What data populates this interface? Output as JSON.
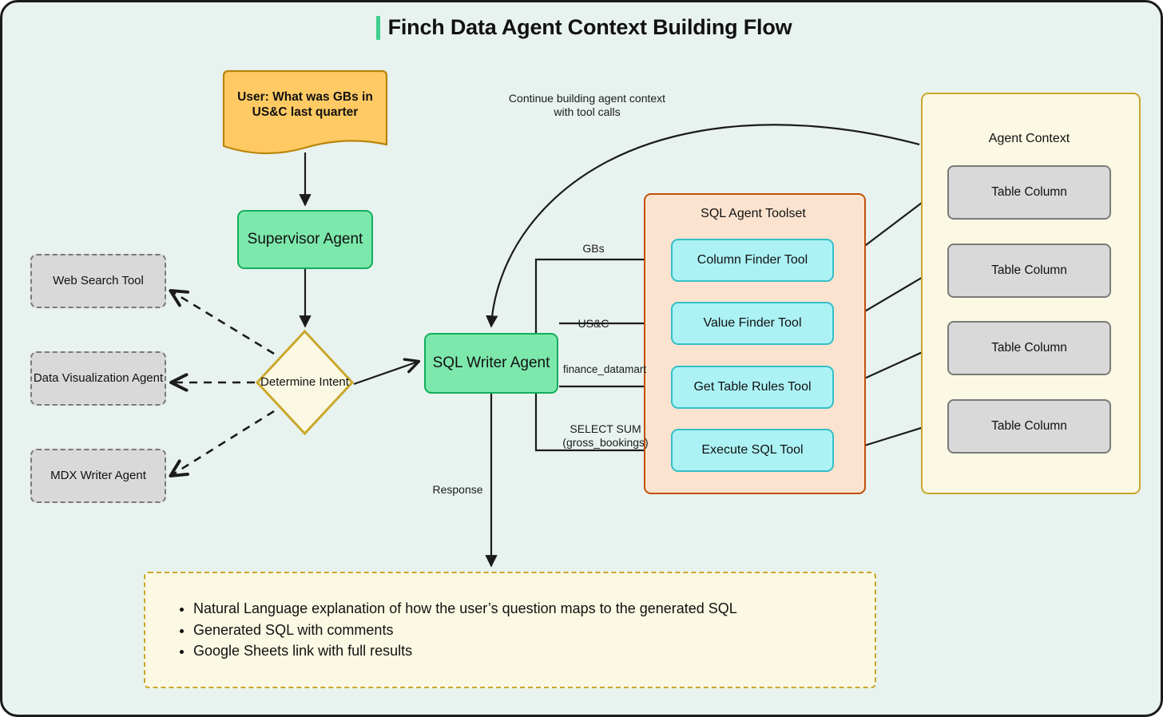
{
  "page": {
    "title": "Finch Data Agent Context Building Flow",
    "background_color": "#e8f2ef",
    "accent_color": "#3ecf8e"
  },
  "nodes": {
    "user_input": {
      "label": "User: What was GBs in US&C last quarter",
      "shape": "document",
      "fill": "#ffca63",
      "stroke": "#b8860b"
    },
    "supervisor_agent": {
      "label": "Supervisor Agent",
      "shape": "rounded-rect",
      "fill": "#7de8ac",
      "stroke": "#14ae5c"
    },
    "determine_intent": {
      "label": "Determine Intent",
      "shape": "diamond",
      "fill": "#fbf8e3",
      "stroke": "#c9a72b"
    },
    "sql_writer_agent": {
      "label": "SQL Writer Agent",
      "shape": "rounded-rect",
      "fill": "#7de8ac",
      "stroke": "#14ae5c"
    }
  },
  "side_agents": [
    {
      "id": "web-search-tool",
      "label": "Web Search Tool"
    },
    {
      "id": "data-visualization-agent",
      "label": "Data Visualization Agent"
    },
    {
      "id": "mdx-writer-agent",
      "label": "MDX Writer Agent"
    }
  ],
  "toolset": {
    "title": "SQL Agent Toolset",
    "fill": "#fce3d0",
    "stroke": "#c1500a",
    "tools": [
      {
        "id": "column-finder-tool",
        "label": "Column Finder Tool"
      },
      {
        "id": "value-finder-tool",
        "label": "Value Finder Tool"
      },
      {
        "id": "get-table-rules-tool",
        "label": "Get Table Rules Tool"
      },
      {
        "id": "execute-sql-tool",
        "label": "Execute SQL Tool"
      }
    ]
  },
  "agent_context": {
    "title": "Agent Context",
    "fill": "#fbf8e3",
    "stroke": "#c9a72b",
    "items": [
      {
        "label": "Table Column"
      },
      {
        "label": "Table Column"
      },
      {
        "label": "Table Column"
      },
      {
        "label": "Table Column"
      }
    ]
  },
  "edge_labels": {
    "continue": "Continue building agent context with tool calls",
    "gbs": "GBs",
    "usc": "US&C",
    "finance_datamart": "finance_datamart",
    "select_sum": "SELECT SUM (gross_bookings)",
    "response": "Response"
  },
  "output_panel": {
    "fill": "#fbf8e3",
    "stroke": "#c9a72b",
    "bullets": [
      "Natural Language explanation of how the user’s question maps to the generated SQL",
      "Generated SQL with comments",
      "Google Sheets link with full results"
    ]
  }
}
